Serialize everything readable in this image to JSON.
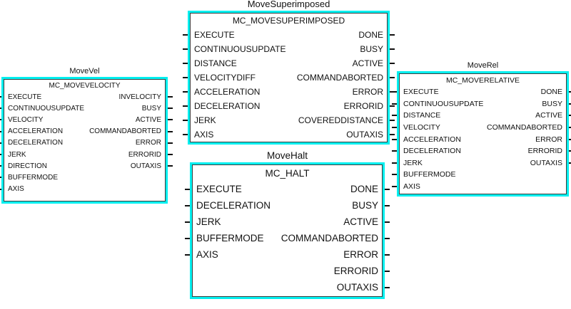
{
  "diagram": {
    "kind": "plc-function-block-diagram",
    "background_color": "#ffffff",
    "selection_highlight_color": "#00efef",
    "block_border_color": "#3d3d3d",
    "text_color": "#111111"
  },
  "blocks": [
    {
      "id": "moveVel",
      "instance_name": "MoveVel",
      "type_name": "MC_MOVEVELOCITY",
      "inputs": [
        "EXECUTE",
        "CONTINUOUSUPDATE",
        "VELOCITY",
        "ACCELERATION",
        "DECELERATION",
        "JERK",
        "DIRECTION",
        "BUFFERMODE",
        "AXIS"
      ],
      "outputs": [
        "INVELOCITY",
        "BUSY",
        "ACTIVE",
        "COMMANDABORTED",
        "ERROR",
        "ERRORID",
        "OUTAXIS"
      ]
    },
    {
      "id": "moveSuperimposed",
      "instance_name": "MoveSuperimposed",
      "type_name": "MC_MOVESUPERIMPOSED",
      "inputs": [
        "EXECUTE",
        "CONTINUOUSUPDATE",
        "DISTANCE",
        "VELOCITYDIFF",
        "ACCELERATION",
        "DECELERATION",
        "JERK",
        "AXIS"
      ],
      "outputs": [
        "DONE",
        "BUSY",
        "ACTIVE",
        "COMMANDABORTED",
        "ERROR",
        "ERRORID",
        "COVEREDDISTANCE",
        "OUTAXIS"
      ]
    },
    {
      "id": "moveHalt",
      "instance_name": "MoveHalt",
      "type_name": "MC_HALT",
      "inputs": [
        "EXECUTE",
        "DECELERATION",
        "JERK",
        "BUFFERMODE",
        "AXIS"
      ],
      "outputs": [
        "DONE",
        "BUSY",
        "ACTIVE",
        "COMMANDABORTED",
        "ERROR",
        "ERRORID",
        "OUTAXIS"
      ]
    },
    {
      "id": "moveRel",
      "instance_name": "MoveRel",
      "type_name": "MC_MOVERELATIVE",
      "inputs": [
        "EXECUTE",
        "CONTINUOUSUPDATE",
        "DISTANCE",
        "VELOCITY",
        "ACCELERATION",
        "DECELERATION",
        "JERK",
        "BUFFERMODE",
        "AXIS"
      ],
      "outputs": [
        "DONE",
        "BUSY",
        "ACTIVE",
        "COMMANDABORTED",
        "ERROR",
        "ERRORID",
        "OUTAXIS"
      ]
    }
  ]
}
